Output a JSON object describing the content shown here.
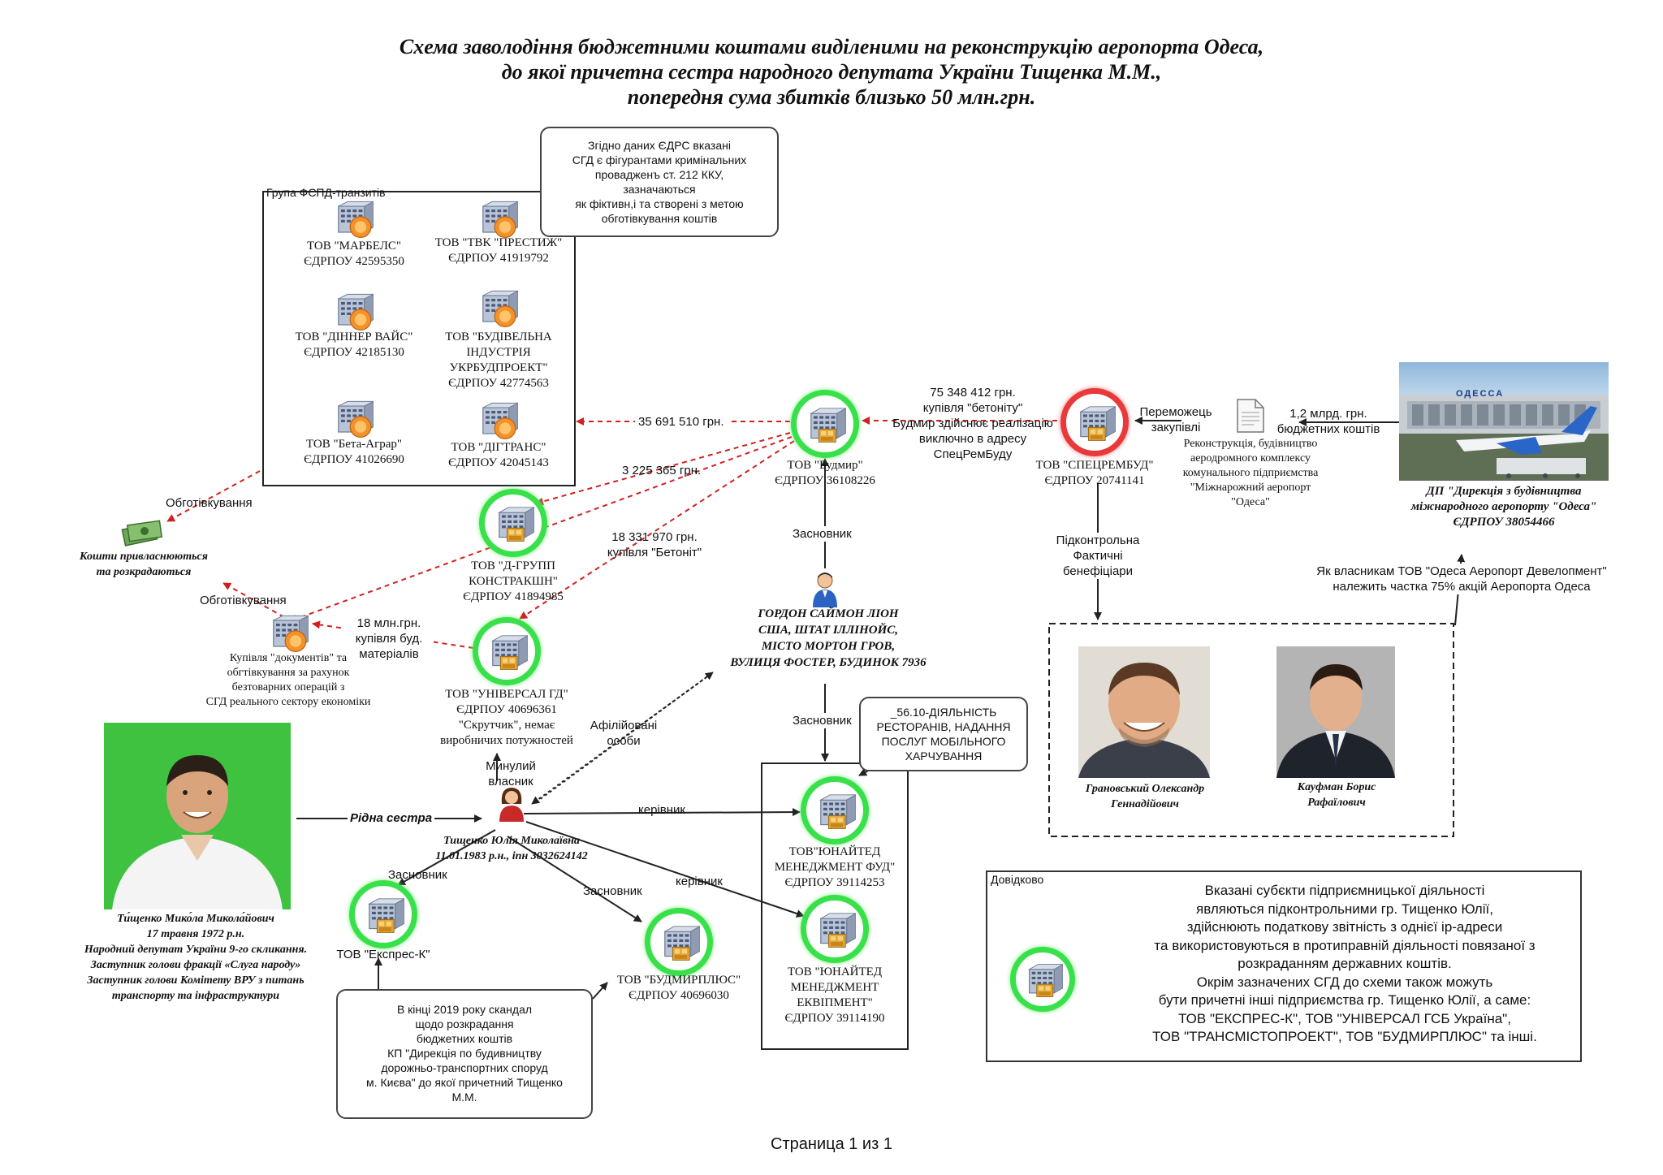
{
  "title": {
    "line1": "Схема заволодіння бюджетними коштами виділеними на реконструкцію аеропорта Одеса,",
    "line2": "до якої причетна сестра народного депутата України Тищенка М.М.,",
    "line3": "попередня сума збитків близько 50 млн.грн."
  },
  "note_top": {
    "l1": "Згідно даних ЄДРС вказані",
    "l2": "СГД є фігурантами кримінальних",
    "l3": "провадженъ ст. 212 ККУ,",
    "l4": "зазначаються",
    "l5": "як фіктивн,і та створені з метою",
    "l6": "обготівкування коштів"
  },
  "fspd_group": {
    "label": "Група ФСПД-транзитів",
    "items": [
      {
        "l1": "ТОВ \"МАРБЕЛС\"",
        "l2": "ЄДРПОУ 42595350"
      },
      {
        "l1": "ТОВ \"ТВК \"ПРЕСТИЖ\"",
        "l2": "ЄДРПОУ 41919792"
      },
      {
        "l1": "ТОВ  \"ДІННЕР ВАЙС\"",
        "l2": "ЄДРПОУ 42185130"
      },
      {
        "l1": "ТОВ \"БУДІВЕЛЬНА",
        "l2": "ІНДУСТРІЯ",
        "l3": "УКРБУДПРОЕКТ\"",
        "l4": "ЄДРПОУ 42774563"
      },
      {
        "l1": "ТОВ \"Бета-Аграр\"",
        "l2": "ЄДРПОУ 41026690"
      },
      {
        "l1": "ТОВ \"ДІГТРАНС\"",
        "l2": "ЄДРПОУ 42045143"
      }
    ]
  },
  "flows": {
    "to_fspd": "35 691 510 грн.",
    "to_dgrup": "3 225 365 грн.",
    "to_universal_l1": "18 331 970 грн.",
    "to_universal_l2": "купівля \"Бетоніт\"",
    "spec_to_budmyr_l1": "75 348 412 грн.",
    "spec_to_budmyr_l2": "купівля \"бетоніту\"",
    "spec_to_budmyr_l3": "Будмир здійснює реалізацію",
    "spec_to_budmyr_l4": "виключно в адресу",
    "spec_to_budmyr_l5": "СпецРемБуду",
    "universal_to_docs_l1": "18 млн.грн.",
    "universal_to_docs_l2": "купівля буд.",
    "universal_to_docs_l3": "матеріалів",
    "cash1": "Обготівкування",
    "cash2": "Обготівкування",
    "winner_l1": "Переможець",
    "winner_l2": "закупівлі",
    "budget_l1": "1,2 млрд. грн.",
    "budget_l2": "бюджетних коштів",
    "founder1": "Засновник",
    "founder2": "Засновник",
    "founder3": "Засновник",
    "founder4": "Засновник",
    "manager1": "керівник",
    "manager2": "керівник",
    "past_owner_l1": "Минулий",
    "past_owner_l2": "власник",
    "affiliated_l1": "Афілійовані",
    "affiliated_l2": "особи",
    "sister": "Рідна сестра",
    "controlled_l1": "Підконтрольна",
    "controlled_l2": "Фактичні",
    "controlled_l3": "бенефіціари",
    "owners_l1": "Як власникам ТОВ \"Одеса Аеропорт Девелопмент\"",
    "owners_l2": "належить частка 75% акцій Аеропорта Одеса"
  },
  "cash": {
    "l1": "Кошти привласнюються",
    "l2": "та розкрадаються"
  },
  "docs": {
    "l1": "Купівля \"документів\" та",
    "l2": "обгтівкування за рахунок",
    "l3": "безтоварних операцій з",
    "l4": "СГД реального сектору економіки"
  },
  "budmyr": {
    "l1": "ТОВ \"Будмир\"",
    "l2": "ЄДРПОУ 36108226"
  },
  "dgrup": {
    "l1": "ТОВ \"Д-ГРУПП",
    "l2": "КОНСТРАКШН\"",
    "l3": "ЄДРПОУ 41894985"
  },
  "universal": {
    "l1": "ТОВ \"УНІВЕРСАЛ ГД\"",
    "l2": "ЄДРПОУ 40696361",
    "l3": "\"Скрутчик\", немає",
    "l4": "виробничих потужностей"
  },
  "specrembud": {
    "l1": "ТОВ \"СПЕЦРЕМБУД\"",
    "l2": "ЄДРПОУ 20741141"
  },
  "tender": {
    "l1": "Реконструкція, будівництво",
    "l2": "аеродромного комплексу",
    "l3": "комунального підприємства",
    "l4": "\"Міжнарожний аеропорт",
    "l5": "\"Одеса\""
  },
  "airport": {
    "sign": "ОДЕССА",
    "l1": "ДП \"Дирекція з будівництва",
    "l2": "міжнародного аеропорту \"Одеса\"",
    "l3": "ЄДРПОУ 38054466"
  },
  "gordon": {
    "l1": "ГОРДОН САЙМОН ЛІОН",
    "l2": "США, ШТАТ ІЛЛІНОЙС,",
    "l3": "МІСТО МОРТОН ГРОВ,",
    "l4": "ВУЛИЦЯ ФОСТЕР, БУДИНОК 7936"
  },
  "note_56": {
    "l1": "_56.10-ДІЯЛЬНІСТЬ",
    "l2": "РЕСТОРАНІВ, НАДАННЯ",
    "l3": "ПОСЛУГ МОБІЛЬНОГО",
    "l4": "ХАРЧУВАННЯ"
  },
  "united_food": {
    "l1": "ТОВ\"ЮНАЙТЕД",
    "l2": "МЕНЕДЖМЕНТ ФУД\"",
    "l3": "ЄДРПОУ 39114253"
  },
  "united_equip": {
    "l1": "ТОВ \"ЮНАЙТЕД",
    "l2": "МЕНЕДЖМЕНТ",
    "l3": "ЕКВІПМЕНТ\"",
    "l4": "ЄДРПОУ 39114190"
  },
  "budmyrplus": {
    "l1": "ТОВ \"БУДМИРПЛЮС\"",
    "l2": "ЄДРПОУ 40696030"
  },
  "express": {
    "l1": "ТОВ \"Експрес-К\""
  },
  "yulia": {
    "l1": "Тищенко Юлія Миколаївна",
    "l2": "11.01.1983 р.н., іпн 3032624142"
  },
  "mykola": {
    "l1": "Ти́щенко Мико́ла Микола́йович",
    "l2": "17 травня 1972 р.н.",
    "l3": "Народний депутат України 9-го скликання.",
    "l4": "Заступник голови фракції «Слуга народу»",
    "l5": "Заступник голови Комітету ВРУ з питань",
    "l6": "транспорту та інфраструктури"
  },
  "note_2019": {
    "l1": "В кінці 2019 року скандал",
    "l2": "щодо розкрадання",
    "l3": "бюджетних коштів",
    "l4": "КП \"Дирекція по будивництву",
    "l5": "дорожньо-транспортних споруд",
    "l6": "м. Києва\" до якої причетний Тищенко",
    "l7": "М.М."
  },
  "hranovskyi": {
    "l1": "Грановський Олександр",
    "l2": "Геннадійович"
  },
  "kaufman": {
    "l1": "Кауфман Борис",
    "l2": "Рафаїлович"
  },
  "reference": {
    "label": "Довідково",
    "l1": "Вказані субєкти підприємницької діяльності",
    "l2": "являються підконтрольними гр. Тищенко Юлії,",
    "l3": "здійснюють податкову звітність з однієї ір-адреси",
    "l4": "та використовуються в протиправній діяльності повязаної з",
    "l5": "розкраданням державних коштів.",
    "l6": "Окрім зазначених СГД до схеми також можуть",
    "l7": "бути причетні інші підприємства гр. Тищенко Юлії, а саме:",
    "l8": "ТОВ \"ЕКСПРЕС-К\", ТОВ \"УНІВЕРСАЛ ГСБ Україна\",",
    "l9": "ТОВ \"ТРАНСМІСТОПРОЕКТ\", ТОВ \"БУДМИРПЛЮС\" та інші."
  },
  "footer": "Страница 1 из 1",
  "colors": {
    "green_ring": "#38e04a",
    "red_ring": "#e83a3a",
    "red_arrow": "#d22020",
    "photo_green": "#3fc23f"
  }
}
